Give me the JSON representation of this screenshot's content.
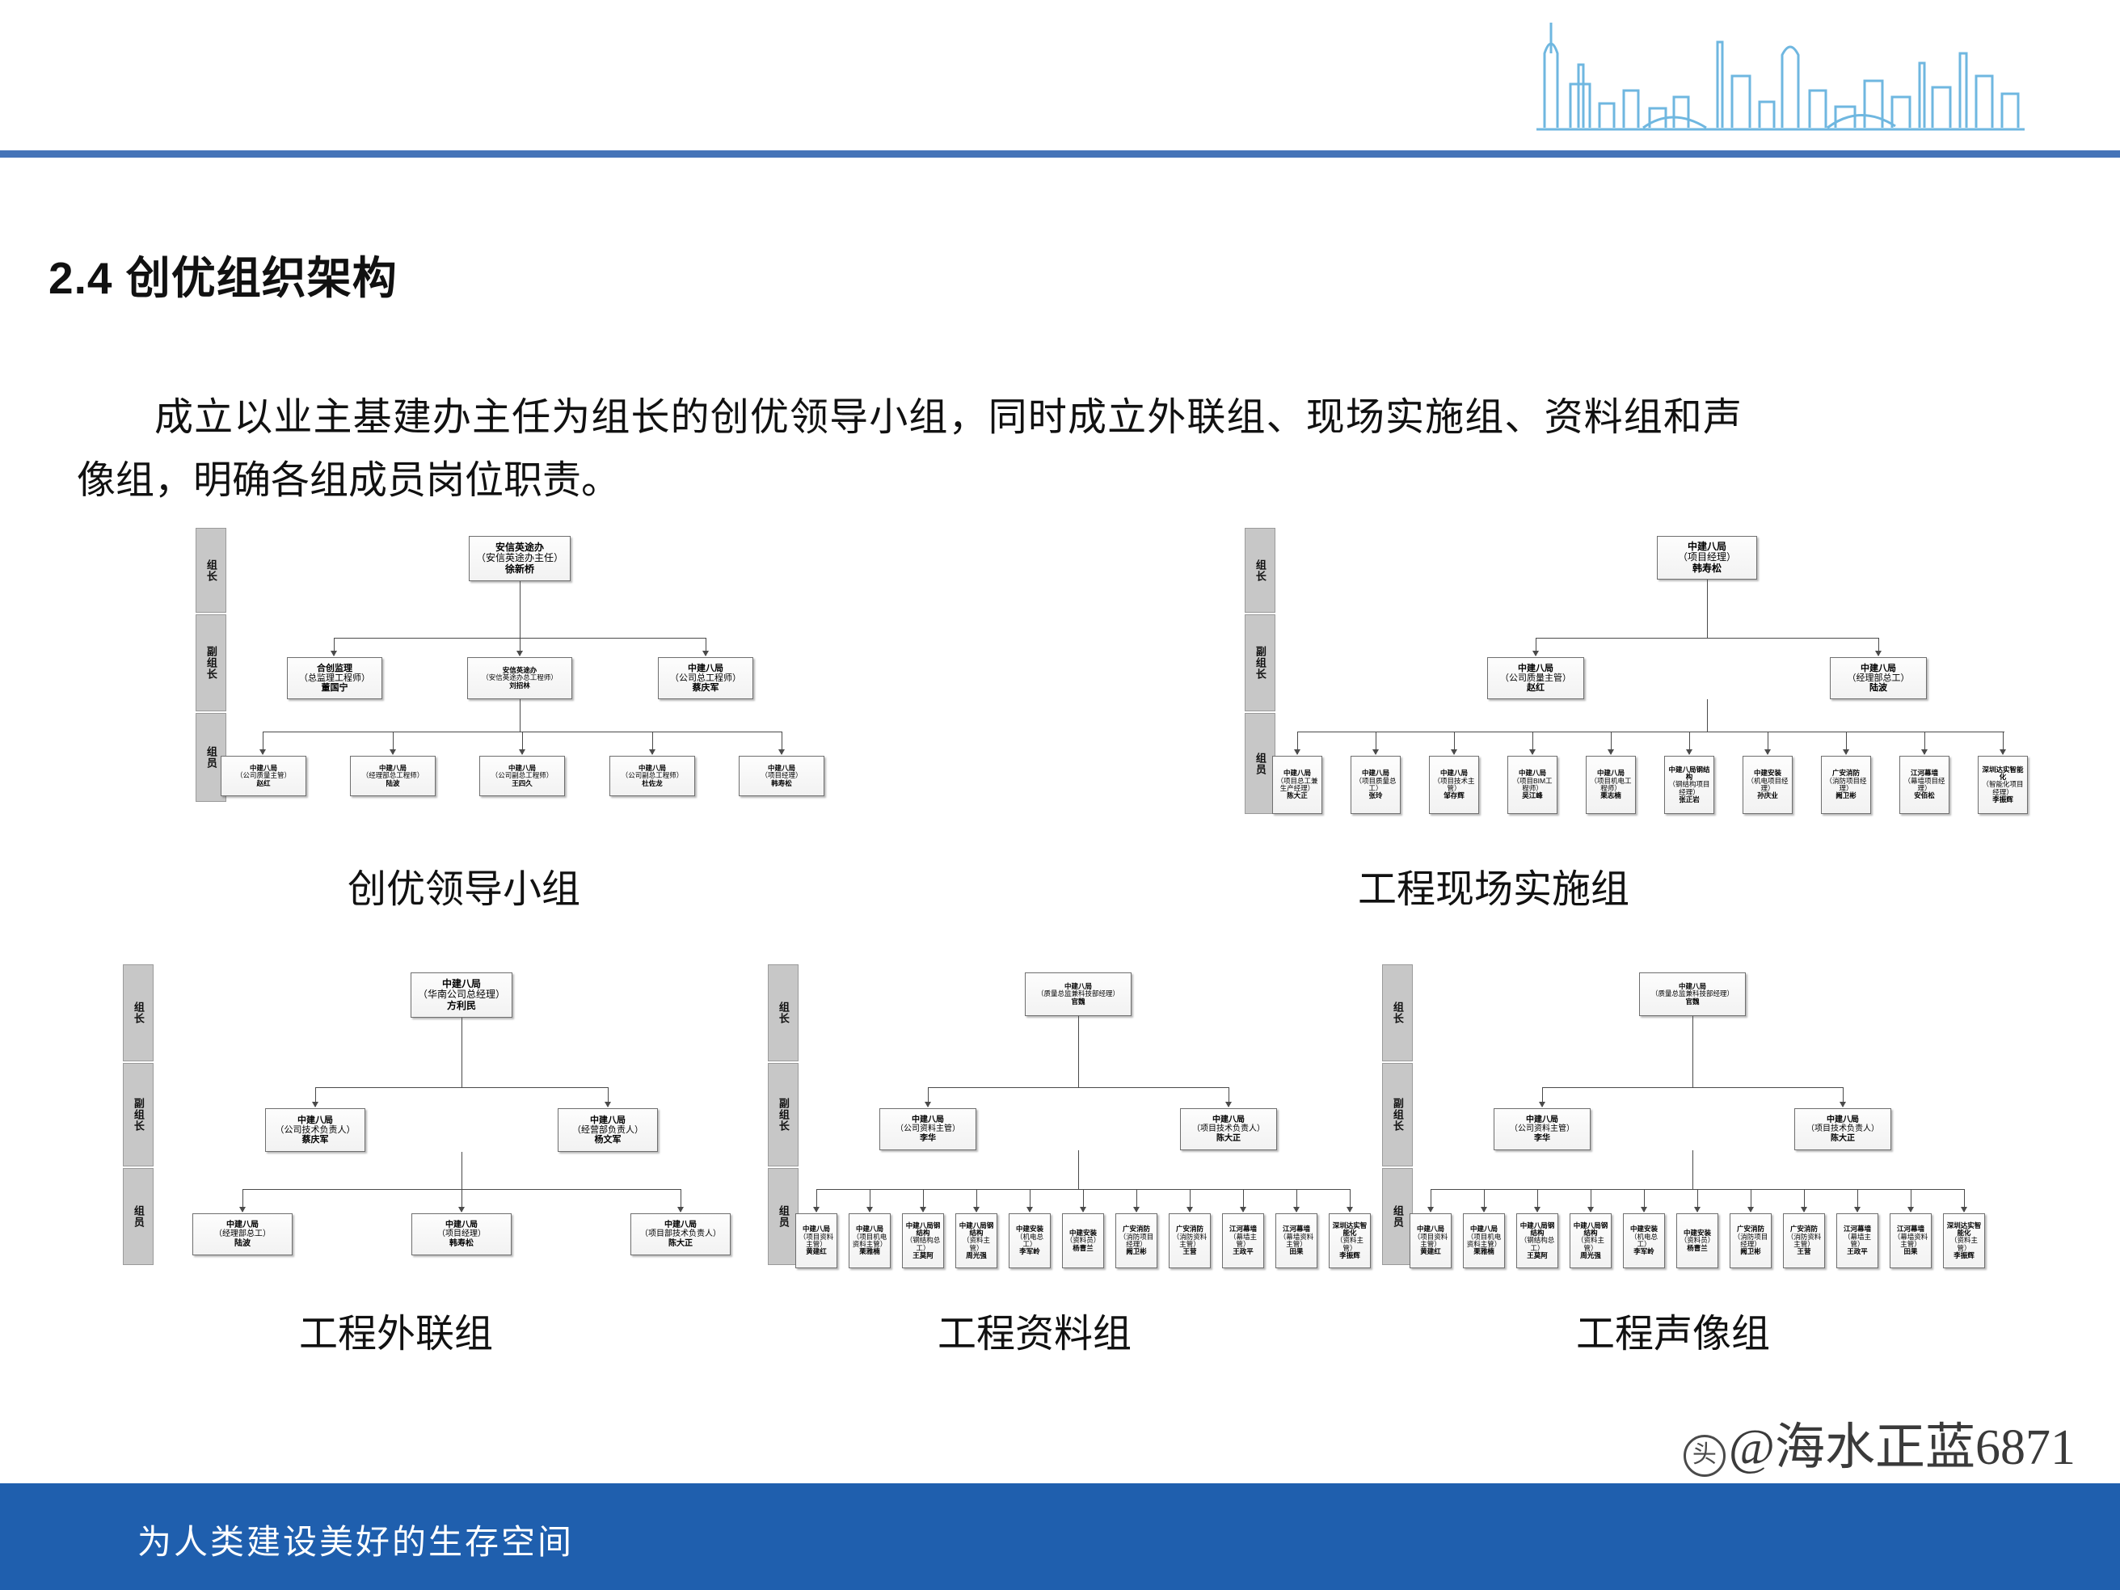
{
  "header": {
    "title": "2.4 创优组织架构",
    "paragraph": "成立以业主基建办主任为组长的创优领导小组，同时成立外联组、现场实施组、资料组和声像组，明确各组成员岗位职责。"
  },
  "footer": {
    "slogan": "为人类建设美好的生存空间",
    "watermark_prefix": "头条",
    "watermark_handle": "@海水正蓝6871"
  },
  "colors": {
    "rule_blue": "#4574b8",
    "footer_blue": "#1f5fae",
    "spine_gray": "#c7c7c7",
    "node_border": "#6f6f6f"
  },
  "spine_labels": {
    "leader": "组长",
    "deputy": "副组长",
    "member": "组员"
  },
  "charts": [
    {
      "id": "chart-leadership",
      "caption": "创优领导小组",
      "root": {
        "org": "安信英途办",
        "role": "（安信英途办主任）",
        "person": "徐新桥"
      },
      "level2": [
        {
          "org": "合创监理",
          "role": "（总监理工程师）",
          "person": "董国宁"
        },
        {
          "org": "安信英途办",
          "role": "（安信英途办总工程师）",
          "person": "刘招林"
        },
        {
          "org": "中建八局",
          "role": "（公司总工程师）",
          "person": "蔡庆军"
        }
      ],
      "level3": [
        {
          "org": "中建八局",
          "role": "（公司质量主管）",
          "person": "赵红"
        },
        {
          "org": "中建八局",
          "role": "（经理部总工程师）",
          "person": "陆波"
        },
        {
          "org": "中建八局",
          "role": "（公司副总工程师）",
          "person": "王四久"
        },
        {
          "org": "中建八局",
          "role": "（公司副总工程师）",
          "person": "杜佐龙"
        },
        {
          "org": "中建八局",
          "role": "（项目经理）",
          "person": "韩寿松"
        }
      ]
    },
    {
      "id": "chart-site",
      "caption": "工程现场实施组",
      "root": {
        "org": "中建八局",
        "role": "（项目经理）",
        "person": "韩寿松"
      },
      "level2": [
        {
          "org": "中建八局",
          "role": "（公司质量主管）",
          "person": "赵红"
        },
        {
          "org": "中建八局",
          "role": "（经理部总工）",
          "person": "陆波"
        }
      ],
      "level3": [
        {
          "org": "中建八局",
          "role": "（项目总工兼生产经理）",
          "person": "陈大正"
        },
        {
          "org": "中建八局",
          "role": "（项目质量总工）",
          "person": "张玲"
        },
        {
          "org": "中建八局",
          "role": "（项目技术主管）",
          "person": "邹存辉"
        },
        {
          "org": "中建八局",
          "role": "（项目BIM工程师）",
          "person": "吴江峰"
        },
        {
          "org": "中建八局",
          "role": "（项目机电工程师）",
          "person": "栗志楠"
        },
        {
          "org": "中建八局钢结构",
          "role": "（钢结构项目经理）",
          "person": "张正岩"
        },
        {
          "org": "中建安装",
          "role": "（机电项目经理）",
          "person": "孙庆业"
        },
        {
          "org": "广安消防",
          "role": "（消防项目经理）",
          "person": "阙卫彬"
        },
        {
          "org": "江河幕墙",
          "role": "（幕墙项目经理）",
          "person": "安佰松"
        },
        {
          "org": "深圳达实智能化",
          "role": "（智能化项目经理）",
          "person": "李振辉"
        }
      ]
    },
    {
      "id": "chart-liaison",
      "caption": "工程外联组",
      "root": {
        "org": "中建八局",
        "role": "（华南公司总经理）",
        "person": "方利民"
      },
      "level2": [
        {
          "org": "中建八局",
          "role": "（公司技术负责人）",
          "person": "蔡庆军"
        },
        {
          "org": "中建八局",
          "role": "（经营部负责人）",
          "person": "杨文军"
        }
      ],
      "level3": [
        {
          "org": "中建八局",
          "role": "（经理部总工）",
          "person": "陆波"
        },
        {
          "org": "中建八局",
          "role": "（项目经理）",
          "person": "韩寿松"
        },
        {
          "org": "中建八局",
          "role": "（项目部技术负责人）",
          "person": "陈大正"
        }
      ]
    },
    {
      "id": "chart-documents",
      "caption": "工程资料组",
      "root": {
        "org": "中建八局",
        "role": "（质量总监兼科技部经理）",
        "person": "官魏"
      },
      "level2": [
        {
          "org": "中建八局",
          "role": "（公司资料主管）",
          "person": "李华"
        },
        {
          "org": "中建八局",
          "role": "（项目技术负责人）",
          "person": "陈大正"
        }
      ],
      "level3": [
        {
          "org": "中建八局",
          "role": "（项目资料主管）",
          "person": "黄建红"
        },
        {
          "org": "中建八局",
          "role": "（项目机电资料主管）",
          "person": "栗雅楠"
        },
        {
          "org": "中建八局钢结构",
          "role": "（钢结构总工）",
          "person": "王莫阿"
        },
        {
          "org": "中建八局钢结构",
          "role": "（资料主管）",
          "person": "周光强"
        },
        {
          "org": "中建安装",
          "role": "（机电总工）",
          "person": "李军岭"
        },
        {
          "org": "中建安装",
          "role": "（资料员）",
          "person": "杨曹兰"
        },
        {
          "org": "广安消防",
          "role": "（消防项目经理）",
          "person": "阙卫彬"
        },
        {
          "org": "广安消防",
          "role": "（消防资料主管）",
          "person": "王营"
        },
        {
          "org": "江河幕墙",
          "role": "（幕墙主管）",
          "person": "王政平"
        },
        {
          "org": "江河幕墙",
          "role": "（幕墙资料主管）",
          "person": "田果"
        },
        {
          "org": "深圳达实智能化",
          "role": "（资料主管）",
          "person": "李振辉"
        }
      ]
    },
    {
      "id": "chart-media",
      "caption": "工程声像组",
      "root": {
        "org": "中建八局",
        "role": "（质量总监兼科技部经理）",
        "person": "官魏"
      },
      "level2": [
        {
          "org": "中建八局",
          "role": "（公司资料主管）",
          "person": "李华"
        },
        {
          "org": "中建八局",
          "role": "（项目技术负责人）",
          "person": "陈大正"
        }
      ],
      "level3": [
        {
          "org": "中建八局",
          "role": "（项目资料主管）",
          "person": "黄建红"
        },
        {
          "org": "中建八局",
          "role": "（项目机电资料主管）",
          "person": "栗雅楠"
        },
        {
          "org": "中建八局钢结构",
          "role": "（钢结构总工）",
          "person": "王莫阿"
        },
        {
          "org": "中建八局钢结构",
          "role": "（资料主管）",
          "person": "周光强"
        },
        {
          "org": "中建安装",
          "role": "（机电总工）",
          "person": "李军岭"
        },
        {
          "org": "中建安装",
          "role": "（资料员）",
          "person": "杨曹兰"
        },
        {
          "org": "广安消防",
          "role": "（消防项目经理）",
          "person": "阙卫彬"
        },
        {
          "org": "广安消防",
          "role": "（消防资料主管）",
          "person": "王营"
        },
        {
          "org": "江河幕墙",
          "role": "（幕墙主管）",
          "person": "王政平"
        },
        {
          "org": "江河幕墙",
          "role": "（幕墙资料主管）",
          "person": "田果"
        },
        {
          "org": "深圳达实智能化",
          "role": "（资料主管）",
          "person": "李振辉"
        }
      ]
    }
  ]
}
